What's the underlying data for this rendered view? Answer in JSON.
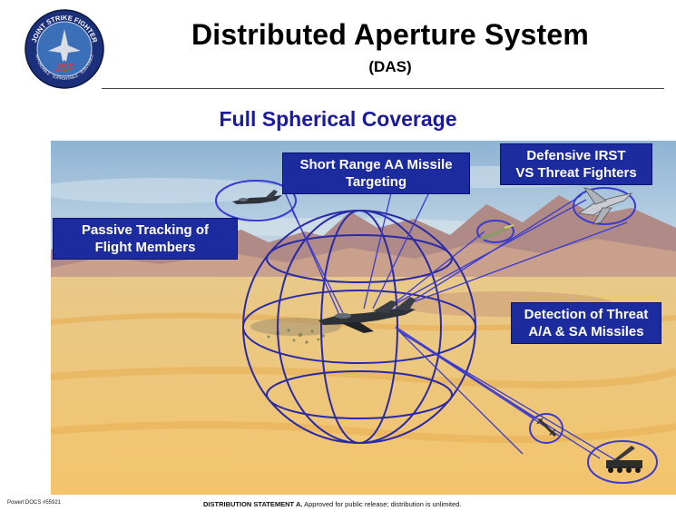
{
  "header": {
    "logo_text_top": "JOINT STRIKE FIGHTER",
    "logo_text_mid": "JSF",
    "logo_text_bottom": "AFFORDABLE · SUPPORTABLE · SURVIVABLE",
    "title": "Distributed Aperture System",
    "subtitle": "(DAS)"
  },
  "heading": "Full Spherical Coverage",
  "labels": {
    "short_range_line1": "Short Range AA Missile",
    "short_range_line2": "Targeting",
    "defensive_line1": "Defensive IRST",
    "defensive_line2": "VS Threat Fighters",
    "passive_line1": "Passive Tracking of",
    "passive_line2": "Flight Members",
    "detection_line1": "Detection of Threat",
    "detection_line2": "A/A & SA Missiles"
  },
  "footer": {
    "left_code": "Powerl:DOCS #55921",
    "statement_bold": "DISTRIBUTION STATEMENT A.",
    "statement_text": " Approved for public release; distribution is unlimited."
  },
  "colors": {
    "label_bg": "#1c2b9e",
    "heading": "#1a1a9c",
    "sphere_lines": "#2a2aa8",
    "sky_top": "#8fb3d3",
    "desert": "#f0c778"
  }
}
